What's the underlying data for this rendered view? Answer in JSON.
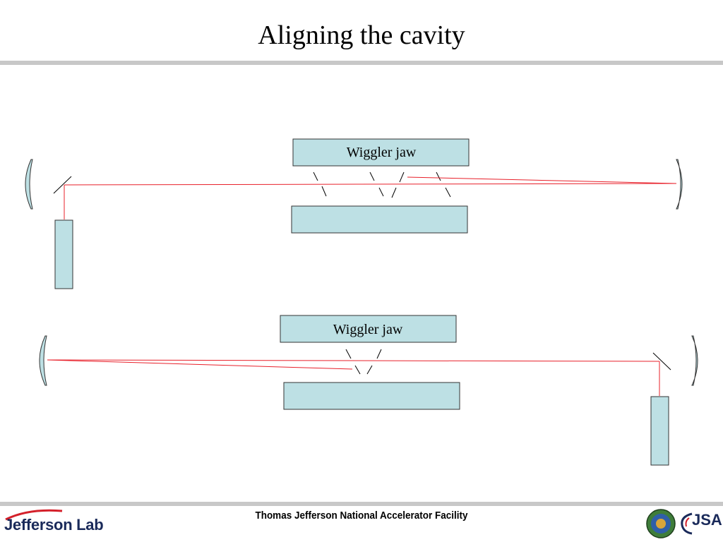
{
  "title": "Aligning the cavity",
  "diagram_top": {
    "wiggler_label": "Wiggler jaw"
  },
  "diagram_bottom": {
    "wiggler_label": "Wiggler jaw"
  },
  "footer": {
    "text": "Thomas Jefferson National Accelerator Facility",
    "logo_left": "Jefferson Lab",
    "logo_right": "JSA"
  },
  "colors": {
    "jaw_fill": "#bde0e4",
    "mirror_fill": "#bde0e4",
    "beam": "#e8202a",
    "rule": "#c8c8c8",
    "logo_navy": "#1a2a5a",
    "logo_red": "#d4202a"
  },
  "icons": [
    "doe-seal-icon",
    "jsa-logo-icon",
    "jefferson-lab-swoosh-icon"
  ]
}
